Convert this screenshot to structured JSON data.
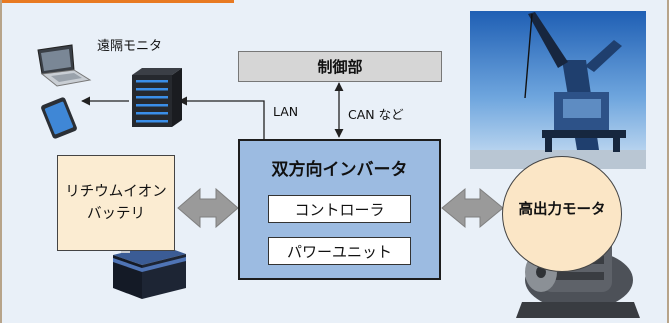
{
  "control_label": "制御部",
  "inverter": {
    "title": "双方向インバータ",
    "controller": "コントローラ",
    "power_unit": "パワーユニット"
  },
  "battery_lines": [
    "リチウムイオン",
    "バッテリ"
  ],
  "motor_label": "高出力モータ",
  "remote_label": "遠隔モニタ",
  "lan_label": "LAN",
  "can_label": "CAN など",
  "colors": {
    "accent_rule": "#e87a22",
    "background": "#e9f0f8",
    "inverter_fill": "#9cbbe1",
    "control_fill": "#d6d6d6",
    "battery_fill": "#fbecd2",
    "motor_fill": "#fbe6c6",
    "power_arrow": "#9a9a9a"
  },
  "icons": [
    "laptop-icon",
    "tablet-icon",
    "server-icon",
    "crane-photo",
    "car-battery-icon",
    "electric-motor-icon"
  ]
}
